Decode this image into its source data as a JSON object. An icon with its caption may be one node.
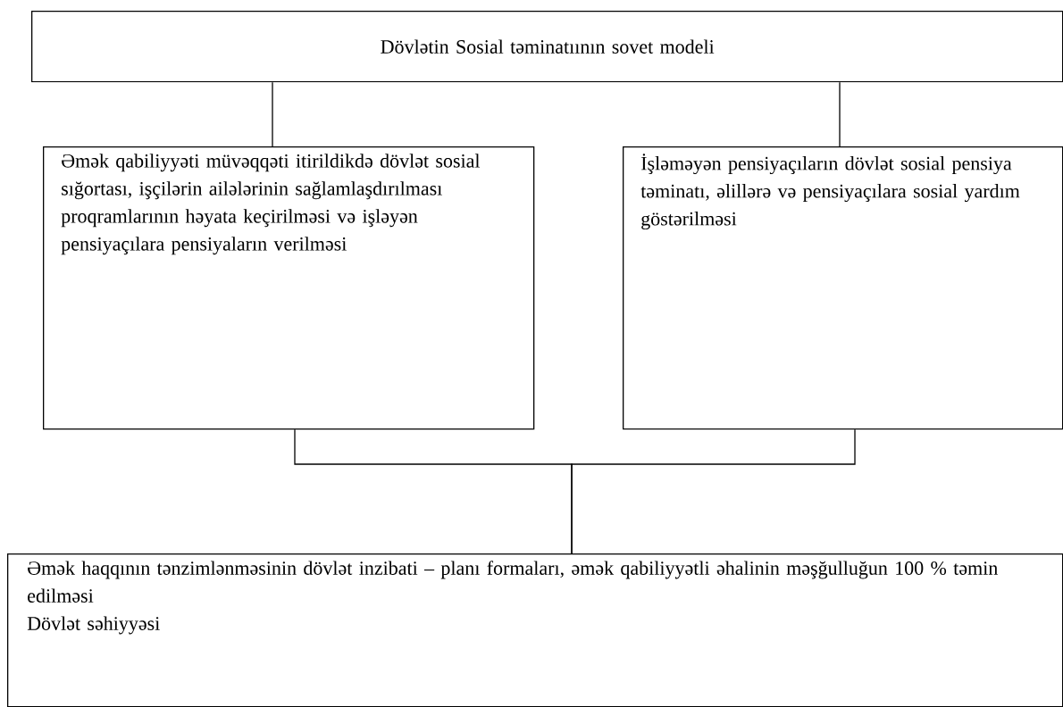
{
  "diagram": {
    "nodes": [
      {
        "text": [
          "Dövlətin Sosial təminatıının sovet modeli"
        ]
      },
      {
        "text": [
          "Əmək qabiliyyəti müvəqqəti itirildikdə dövlət sosial sığortası, işçilərin ailələrinin sağlamlaşdırılması proqramlarının həyata keçirilməsi və işləyən pensiyaçılara pensiyaların verilməsi"
        ]
      },
      {
        "text": [
          "İşləməyən pensiyaçıların dövlət sosial pensiya təminatı, əlillərə və pensiyaçılara sosial yardım göstərilməsi"
        ]
      },
      {
        "text": [
          "Əmək haqqının tənzimlənməsinin dövlət inzibati – planı formaları, əmək qabiliyyətli əhalinin məşğulluğun 100 % təmin edilməsi",
          "Dövlət səhiyyəsi"
        ]
      }
    ],
    "edges": [
      {
        "from": 0,
        "to": 1,
        "arrow": "none"
      },
      {
        "from": 0,
        "to": 2,
        "arrow": "none"
      },
      {
        "from": 1,
        "to": 3,
        "arrow": "none"
      },
      {
        "from": 2,
        "to": 3,
        "arrow": "none"
      }
    ]
  }
}
